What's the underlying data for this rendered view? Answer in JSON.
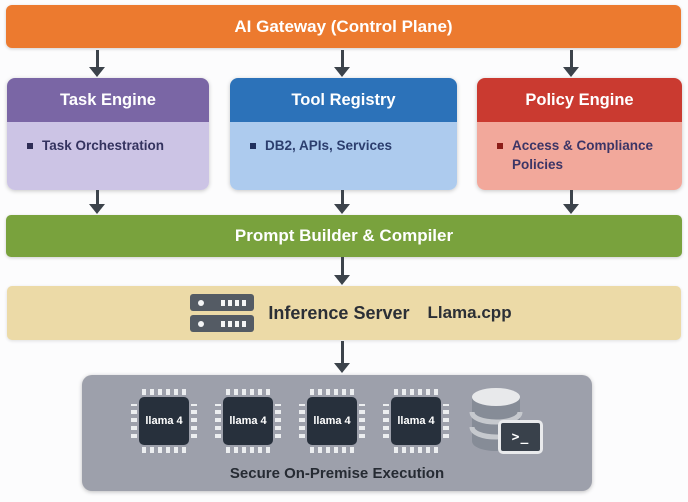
{
  "gateway": {
    "label": "AI Gateway (Control Plane)",
    "color": "#EC7A2F"
  },
  "engines": [
    {
      "title": "Task Engine",
      "items": [
        "Task Orchestration"
      ],
      "header_color": "#7A66A5",
      "body_color": "#CCC4E5"
    },
    {
      "title": "Tool Registry",
      "items": [
        "DB2, APIs, Services"
      ],
      "header_color": "#2C72B9",
      "body_color": "#ADCBEE"
    },
    {
      "title": "Policy Engine",
      "items": [
        "Access & Compliance Policies"
      ],
      "header_color": "#CA3A30",
      "body_color": "#F2A89B"
    }
  ],
  "prompt_builder": {
    "label": "Prompt Builder & Compiler",
    "color": "#79A23D"
  },
  "inference_server": {
    "label": "Inference Server",
    "runtime": "Llama.cpp",
    "color": "#ECDAA7",
    "icon": "server-rack-icon"
  },
  "execution": {
    "caption": "Secure On-Premise Execution",
    "color": "#9DA0AB",
    "chips": [
      {
        "label": "llama 4"
      },
      {
        "label": "llama 4"
      },
      {
        "label": "llama 4"
      },
      {
        "label": "llama 4"
      }
    ],
    "icons": [
      "database-icon",
      "terminal-icon"
    ],
    "terminal_glyph": ">_"
  },
  "arrow_color": "#3C434B"
}
